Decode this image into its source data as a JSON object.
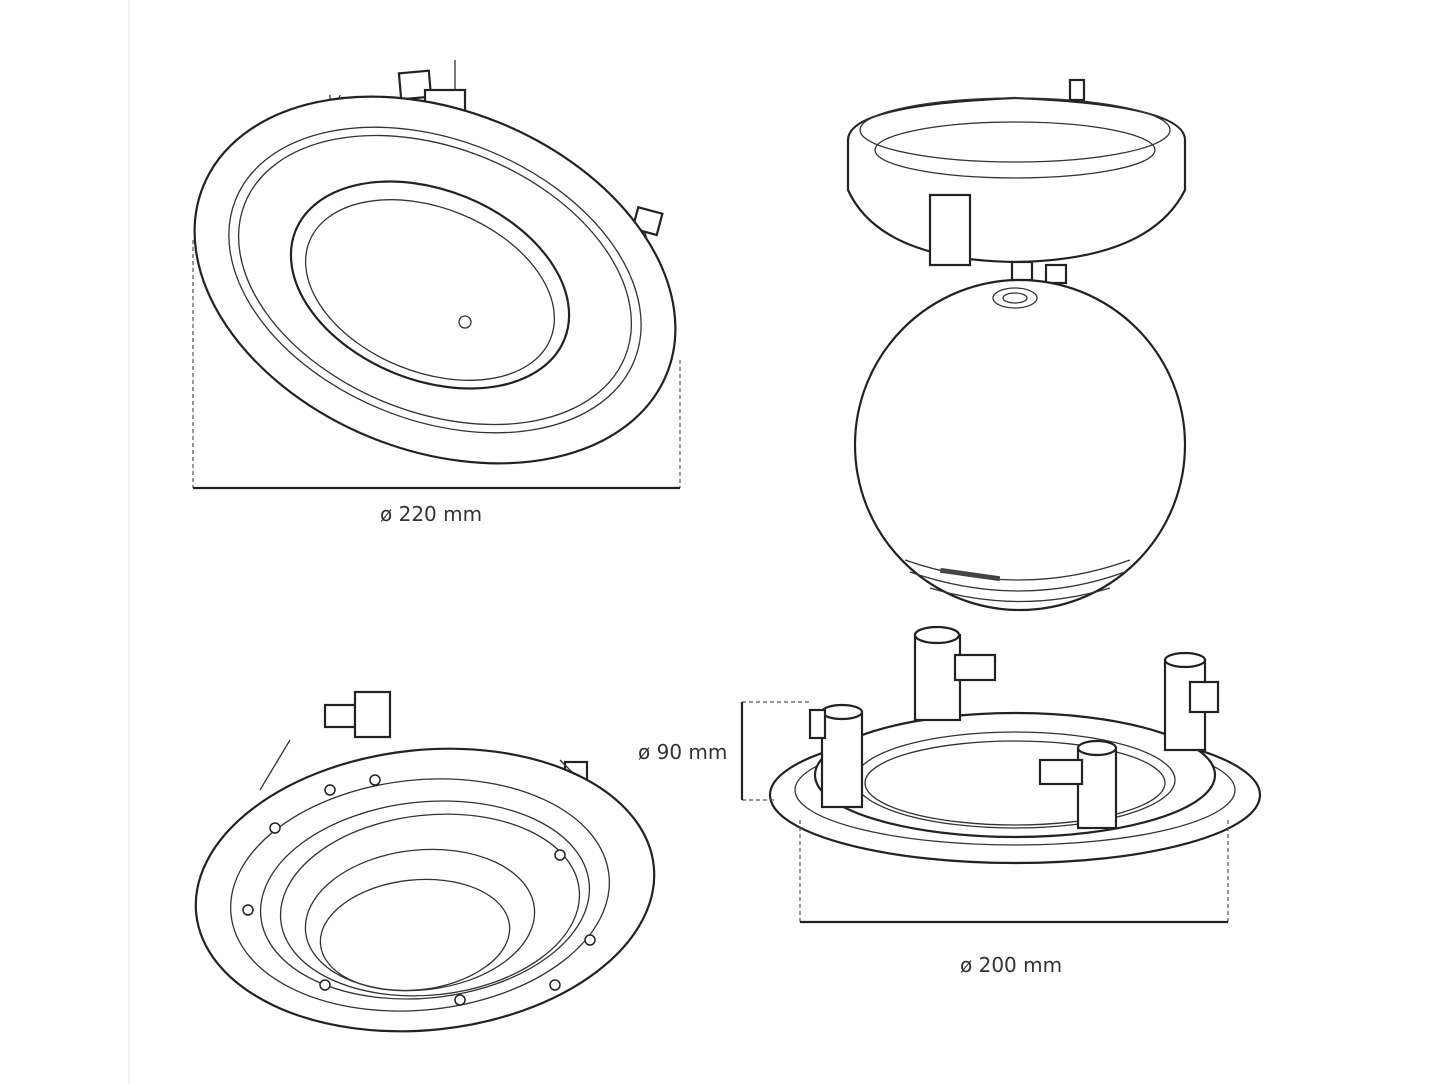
{
  "figure": {
    "views": [
      {
        "id": "trim-ring-top-view",
        "description": "Ceiling mount trim ring, angled top view"
      },
      {
        "id": "sphere-speaker-exploded",
        "description": "Spherical speaker with mounting collar, exploded view"
      },
      {
        "id": "assembled-bottom-view",
        "description": "Assembled ceiling speaker, angled bottom view"
      },
      {
        "id": "mounting-bracket-view",
        "description": "Mounting bracket ring with clamps"
      }
    ],
    "dimensions": {
      "outer_diameter": "ø 220 mm",
      "height": "ø 90 mm",
      "cutout_diameter": "ø 200 mm"
    },
    "colors": {
      "line": "#222222",
      "background": "#ffffff"
    }
  }
}
